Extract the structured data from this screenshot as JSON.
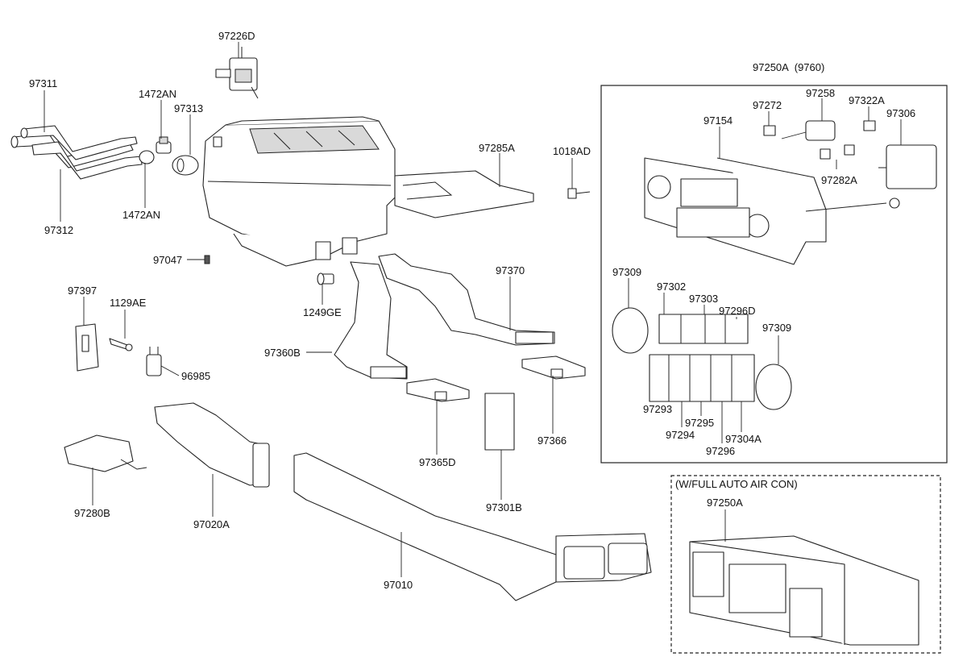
{
  "labels": {
    "p97226D": "97226D",
    "p97311": "97311",
    "p97312": "97312",
    "p1472AN_top": "1472AN",
    "p1472AN_bot": "1472AN",
    "p97313": "97313",
    "p97285A": "97285A",
    "p1018AD": "1018AD",
    "p97047": "97047",
    "p1249GE": "1249GE",
    "p97397": "97397",
    "p1129AE": "1129AE",
    "p96985": "96985",
    "p97360B": "97360B",
    "p97370": "97370",
    "p97365D": "97365D",
    "p97366": "97366",
    "p97301B": "97301B",
    "p97280B": "97280B",
    "p97020A": "97020A",
    "p97010": "97010",
    "p97250A_main": "97250A",
    "p97250A_main_ref": "(9760)",
    "p97272": "97272",
    "p97258": "97258",
    "p97322A": "97322A",
    "p97306": "97306",
    "p97154": "97154",
    "p97282A": "97282A",
    "p97309_left": "97309",
    "p97302": "97302",
    "p97303": "97303",
    "p97296D": "97296D",
    "p97309_right": "97309",
    "p97293": "97293",
    "p97294": "97294",
    "p97295": "97295",
    "p97296": "97296",
    "p97304A": "97304A",
    "inset_note": "(W/FULL AUTO AIR CON)",
    "p97250A_inset": "97250A"
  }
}
